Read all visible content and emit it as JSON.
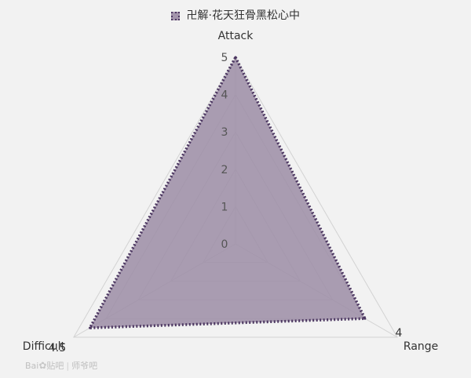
{
  "legend": {
    "label": "卍解·花天狂骨黑松心中"
  },
  "chart_data": {
    "type": "radar",
    "title": "",
    "axes": [
      "Attack",
      "Range",
      "Difficult"
    ],
    "axis_labels": [
      "Attack",
      "Range",
      "Difficult"
    ],
    "series": [
      {
        "name": "卍解·花天狂骨黑松心中",
        "values": [
          5,
          4,
          4.5
        ],
        "value_labels": [
          "5",
          "4",
          "4.5"
        ]
      }
    ],
    "rlim": [
      0,
      5
    ],
    "ticks": [
      "0",
      "1",
      "2",
      "3",
      "4",
      "5"
    ],
    "tick_values": [
      0,
      1,
      2,
      3,
      4,
      5
    ],
    "grid": true,
    "legend_position": "top-center",
    "colors": {
      "fill": "#9e8fa7",
      "outline": "#4b3660",
      "grid": "#d2d2d2"
    }
  },
  "watermark": {
    "brand": "Bai",
    "paw": "✿",
    "sub": "贴吧",
    "extra": "师爷吧"
  }
}
